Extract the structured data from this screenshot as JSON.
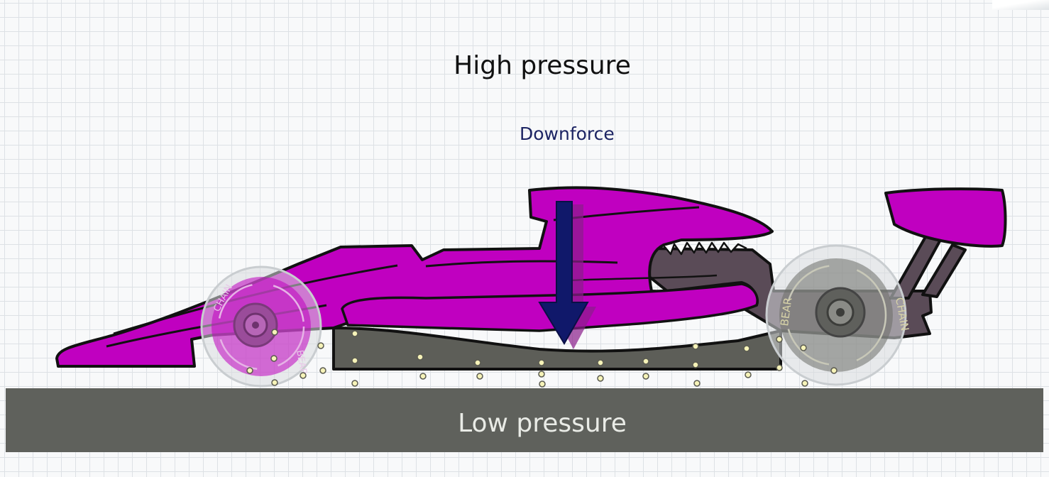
{
  "labels": {
    "high_pressure": "High pressure",
    "downforce": "Downforce",
    "low_pressure": "Low pressure"
  },
  "tyre_text": {
    "front_top": "CHAIN",
    "front_bottom": "BEAR",
    "rear_left": "BEAR",
    "rear_right": "CHAIN"
  },
  "colors": {
    "body": "#c000c0",
    "floor": "#5d5e58",
    "ground": "#5f615c",
    "arrow": "#10186a",
    "air_particle": "#f6f3b8",
    "outline": "#111111"
  }
}
